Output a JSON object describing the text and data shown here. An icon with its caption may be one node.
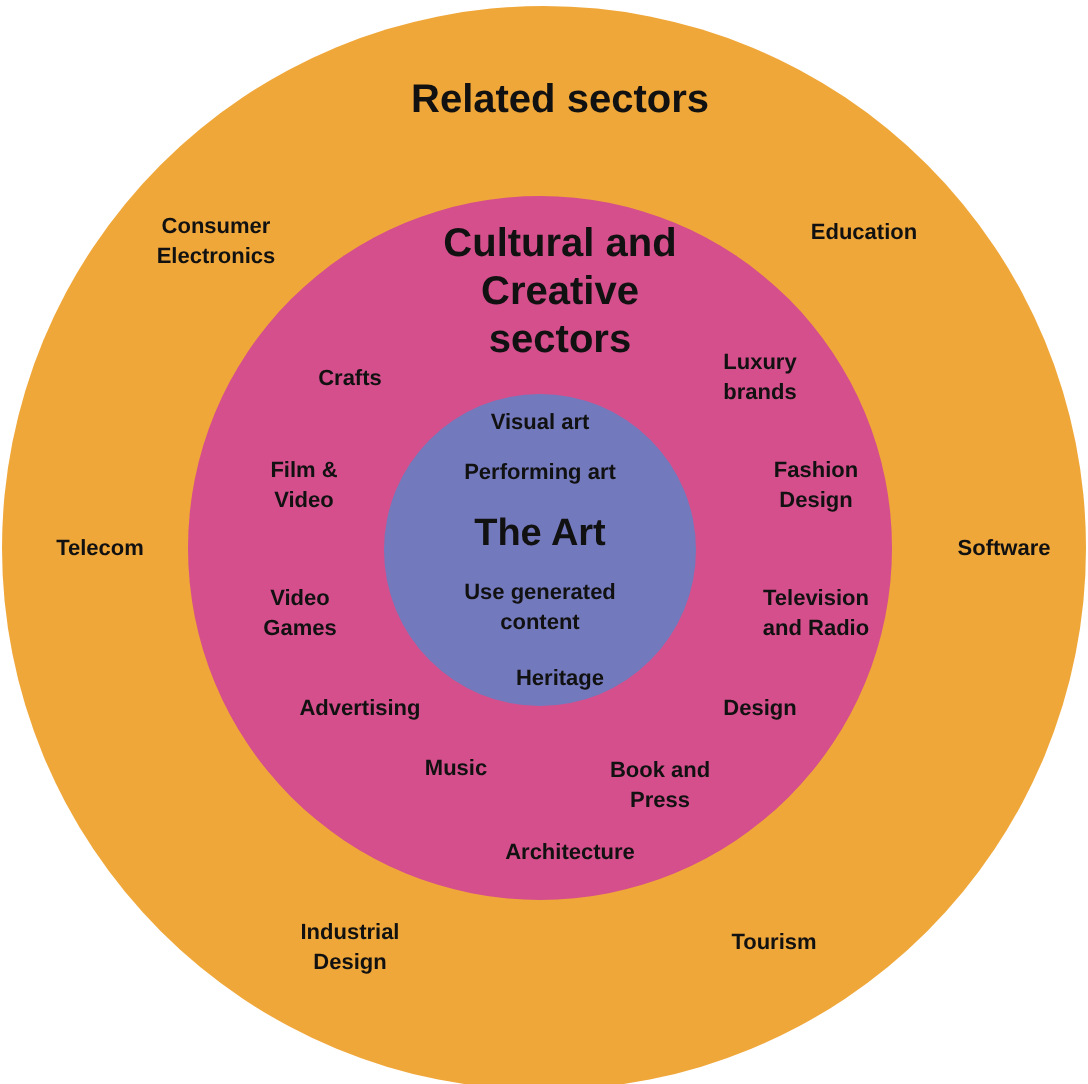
{
  "diagram": {
    "nodes": [
      {
        "text": [
          "Related sectors"
        ]
      },
      {
        "text": [
          "Cultural and Creative sectors"
        ],
        "in": 0
      },
      {
        "text": [
          "The Art"
        ],
        "in": 1
      }
    ],
    "labels": [
      "Consumer Electronics",
      "Education",
      "Crafts",
      "Luxury brands",
      "Visual art",
      "Performing art",
      "Film & Video",
      "Fashion Design",
      "Telecom",
      "Software",
      "Video Games",
      "Use generated content",
      "Television and Radio",
      "Heritage",
      "Advertising",
      "Design",
      "Music",
      "Book and Press",
      "Architecture",
      "Industrial Design",
      "Tourism"
    ]
  }
}
